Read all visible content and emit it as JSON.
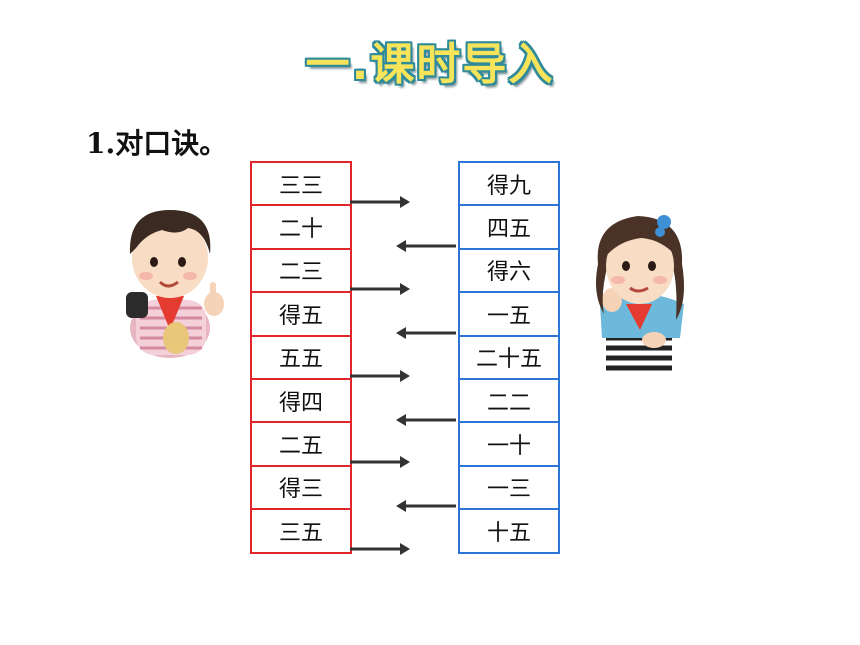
{
  "title": "一.课时导入",
  "subtitle": "1.对口诀。",
  "left_column": [
    "三三",
    "二十",
    "二三",
    "得五",
    "五五",
    "得四",
    "二五",
    "得三",
    "三五"
  ],
  "right_column": [
    "得九",
    "四五",
    "得六",
    "一五",
    "二十五",
    "二二",
    "一十",
    "一三",
    "十五"
  ],
  "arrows": [
    "right",
    "left",
    "right",
    "left",
    "right",
    "left",
    "right",
    "left",
    "right"
  ],
  "colors": {
    "left_border": "#e0262a",
    "right_border": "#2c74d6",
    "arrow": "#333333"
  }
}
